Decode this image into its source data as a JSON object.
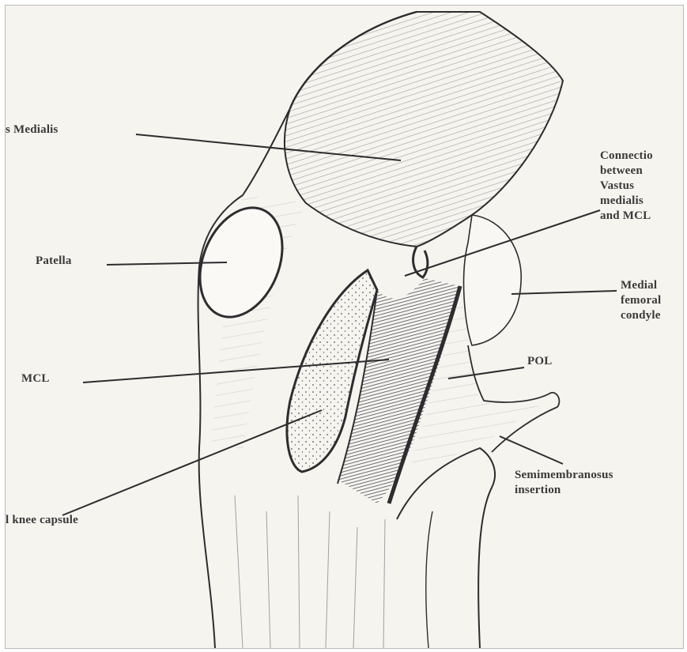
{
  "labels": {
    "vastus_medialis": "s Medialis",
    "patella": "Patella",
    "mcl": "MCL",
    "knee_capsule": "l knee capsule",
    "connection": [
      "Connectio",
      "between",
      "Vastus",
      "medialis",
      "and MCL"
    ],
    "medial_femoral_condyle": [
      "Medial",
      "femoral",
      "condyle"
    ],
    "pol": "POL",
    "semimembranosus": [
      "Semimembranosus",
      "insertion"
    ]
  },
  "colors": {
    "ink": "#2e2c2e",
    "paper": "#f6f4ef",
    "ligament_fill": "#6c6378"
  }
}
